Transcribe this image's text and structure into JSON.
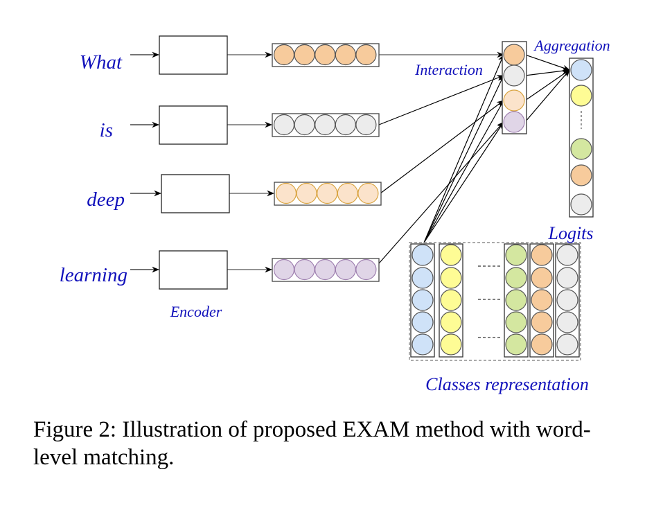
{
  "figure": {
    "caption": "Figure 2: Illustration of proposed EXAM method with word-level matching.",
    "caption_line1": "Figure 2: Illustration of proposed EXAM method with word-",
    "caption_line2": "level matching."
  },
  "labels": {
    "encoder": "Encoder",
    "interaction": "Interaction",
    "aggregation": "Aggregation",
    "logits": "Logits",
    "classes": "Classes representation"
  },
  "colors": {
    "text_blue": "#1111bb",
    "orange": "#f7cb9c",
    "gray": "#ececec",
    "peach": "#fbe3cb",
    "peach_stroke": "#d9a441",
    "purple": "#e0d5e7",
    "purple_stroke": "#9f80b0",
    "blue": "#cfe2f8",
    "yellow": "#fefc95",
    "green": "#d4e7a0"
  },
  "words": [
    {
      "text": "What",
      "embedding": "orange"
    },
    {
      "text": "is",
      "embedding": "gray"
    },
    {
      "text": "deep",
      "embedding": "peach"
    },
    {
      "text": "learning",
      "embedding": "purple"
    }
  ],
  "interaction_nodes": [
    "orange",
    "gray",
    "peach",
    "purple"
  ],
  "logit_nodes": [
    "blue",
    "yellow",
    "ellipsis",
    "green",
    "orange",
    "gray"
  ],
  "class_columns": [
    "blue",
    "yellow",
    "ellipsis",
    "green",
    "orange",
    "gray"
  ],
  "embedding_size": 5
}
